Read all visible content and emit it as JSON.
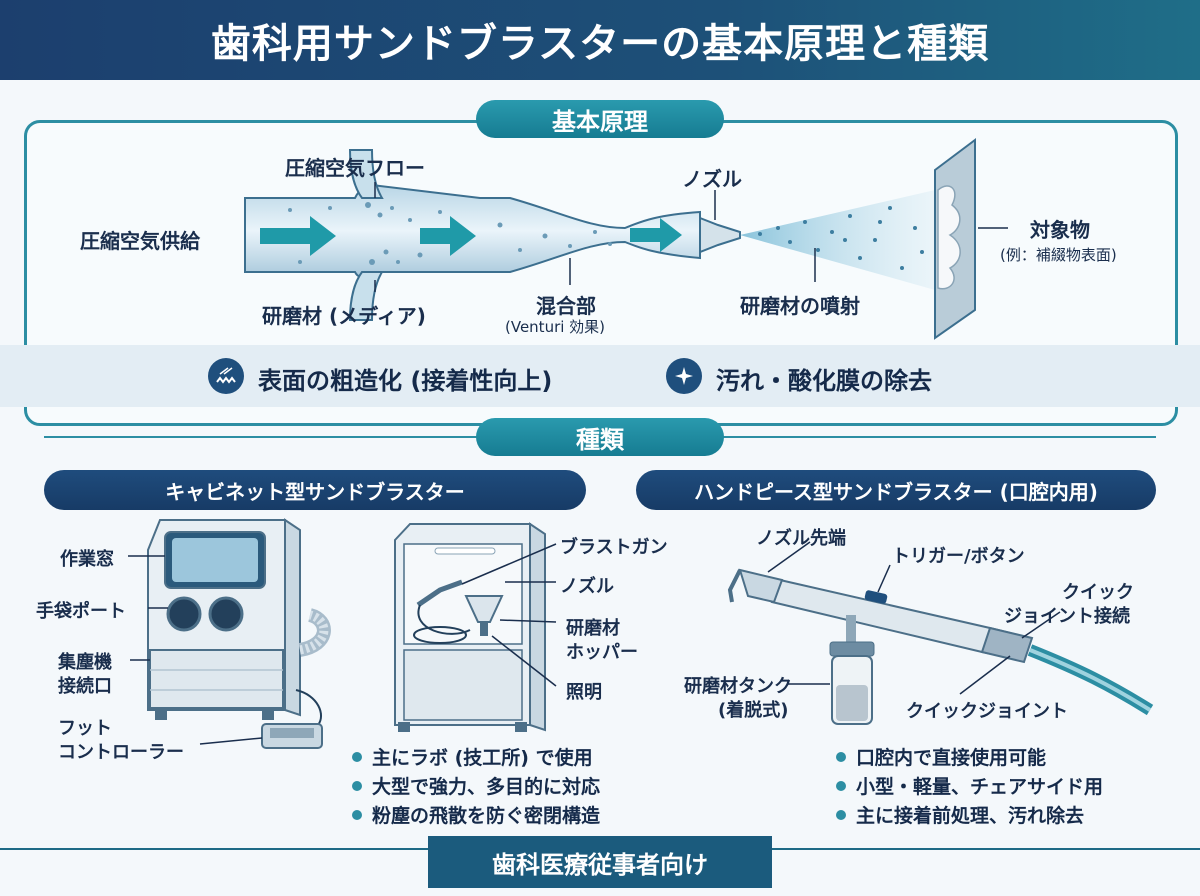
{
  "title": "歯科用サンドブラスターの基本原理と種類",
  "principle": {
    "heading": "基本原理",
    "labels": {
      "air_supply": "圧縮空気供給",
      "air_flow": "圧縮空気フロー",
      "media": "研磨材 (メディア)",
      "mixing": "混合部",
      "venturi": "(Venturi 効果)",
      "nozzle": "ノズル",
      "jet": "研磨材の噴射",
      "target": "対象物",
      "target_example": "(例：補綴物表面)"
    },
    "effects": [
      {
        "icon": "rough-surface-icon",
        "text": "表面の粗造化 (接着性向上)"
      },
      {
        "icon": "sparkle-icon",
        "text": "汚れ・酸化膜の除去"
      }
    ]
  },
  "types": {
    "heading": "種類",
    "cabinet": {
      "title": "キャビネット型サンドブラスター",
      "labels": {
        "window": "作業窓",
        "glove_port": "手袋ポート",
        "dust_1": "集塵機",
        "dust_2": "接続口",
        "foot_1": "フット",
        "foot_2": "コントローラー",
        "gun": "ブラストガン",
        "nozzle": "ノズル",
        "hopper_1": "研磨材",
        "hopper_2": "ホッパー",
        "light": "照明"
      },
      "bullets": [
        "主にラボ (技工所) で使用",
        "大型で強力、多目的に対応",
        "粉塵の飛散を防ぐ密閉構造"
      ]
    },
    "handpiece": {
      "title": "ハンドピース型サンドブラスター (口腔内用)",
      "labels": {
        "tip": "ノズル先端",
        "trigger": "トリガー/ボタン",
        "qc_1": "クイック",
        "qc_2": "ジョイント接続",
        "tank_1": "研磨材タンク",
        "tank_2": "(着脱式)",
        "joint": "クイックジョイント"
      },
      "bullets": [
        "口腔内で直接使用可能",
        "小型・軽量、チェアサイド用",
        "主に接着前処理、汚れ除去"
      ]
    }
  },
  "footer": "歯科医療従事者向け",
  "colors": {
    "navy": "#1c3f6e",
    "teal": "#2c8ea3",
    "light_blue": "#cfe3ef"
  }
}
